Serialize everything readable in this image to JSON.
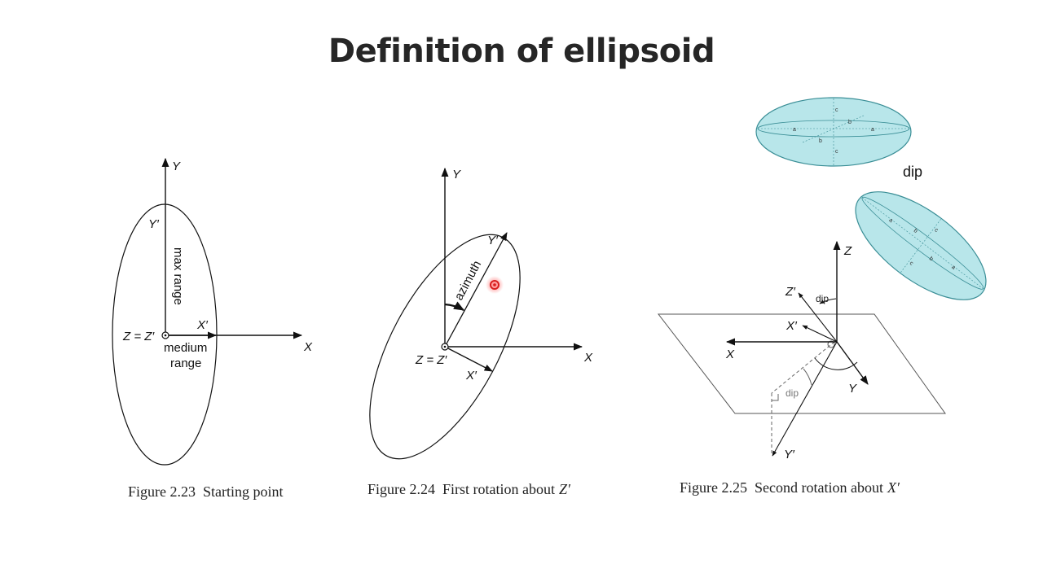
{
  "title": "Definition of ellipsoid",
  "figures": [
    {
      "caption_prefix": "Figure 2.23",
      "caption_text": "Starting point",
      "labels": {
        "y": "Y",
        "y_prime": "Y′",
        "x": "X",
        "x_prime": "X′",
        "z": "Z = Z′",
        "max_range": "max range",
        "medium_range_1": "medium",
        "medium_range_2": "range"
      }
    },
    {
      "caption_prefix": "Figure 2.24",
      "caption_text": "First rotation about",
      "caption_italic": "Z′",
      "labels": {
        "y": "Y",
        "y_prime": "Y′",
        "x": "X",
        "x_prime": "X′",
        "z": "Z = Z′",
        "azimuth": "azimuth"
      }
    },
    {
      "caption_prefix": "Figure 2.25",
      "caption_text": "Second rotation about",
      "caption_italic": "X′",
      "labels": {
        "z": "Z",
        "z_prime": "Z′",
        "x": "X",
        "x_prime": "X′",
        "y": "Y",
        "y_prime": "Y′",
        "dip_upper": "dip",
        "dip_lower": "dip"
      }
    }
  ],
  "ellipsoid_icons": {
    "dip_label": "dip",
    "axis_letters": {
      "a": "a",
      "b": "b",
      "c": "c"
    },
    "fill_color": "#b8e6ea",
    "stroke_color": "#3a8e96"
  },
  "cursor_color": "#d92020"
}
